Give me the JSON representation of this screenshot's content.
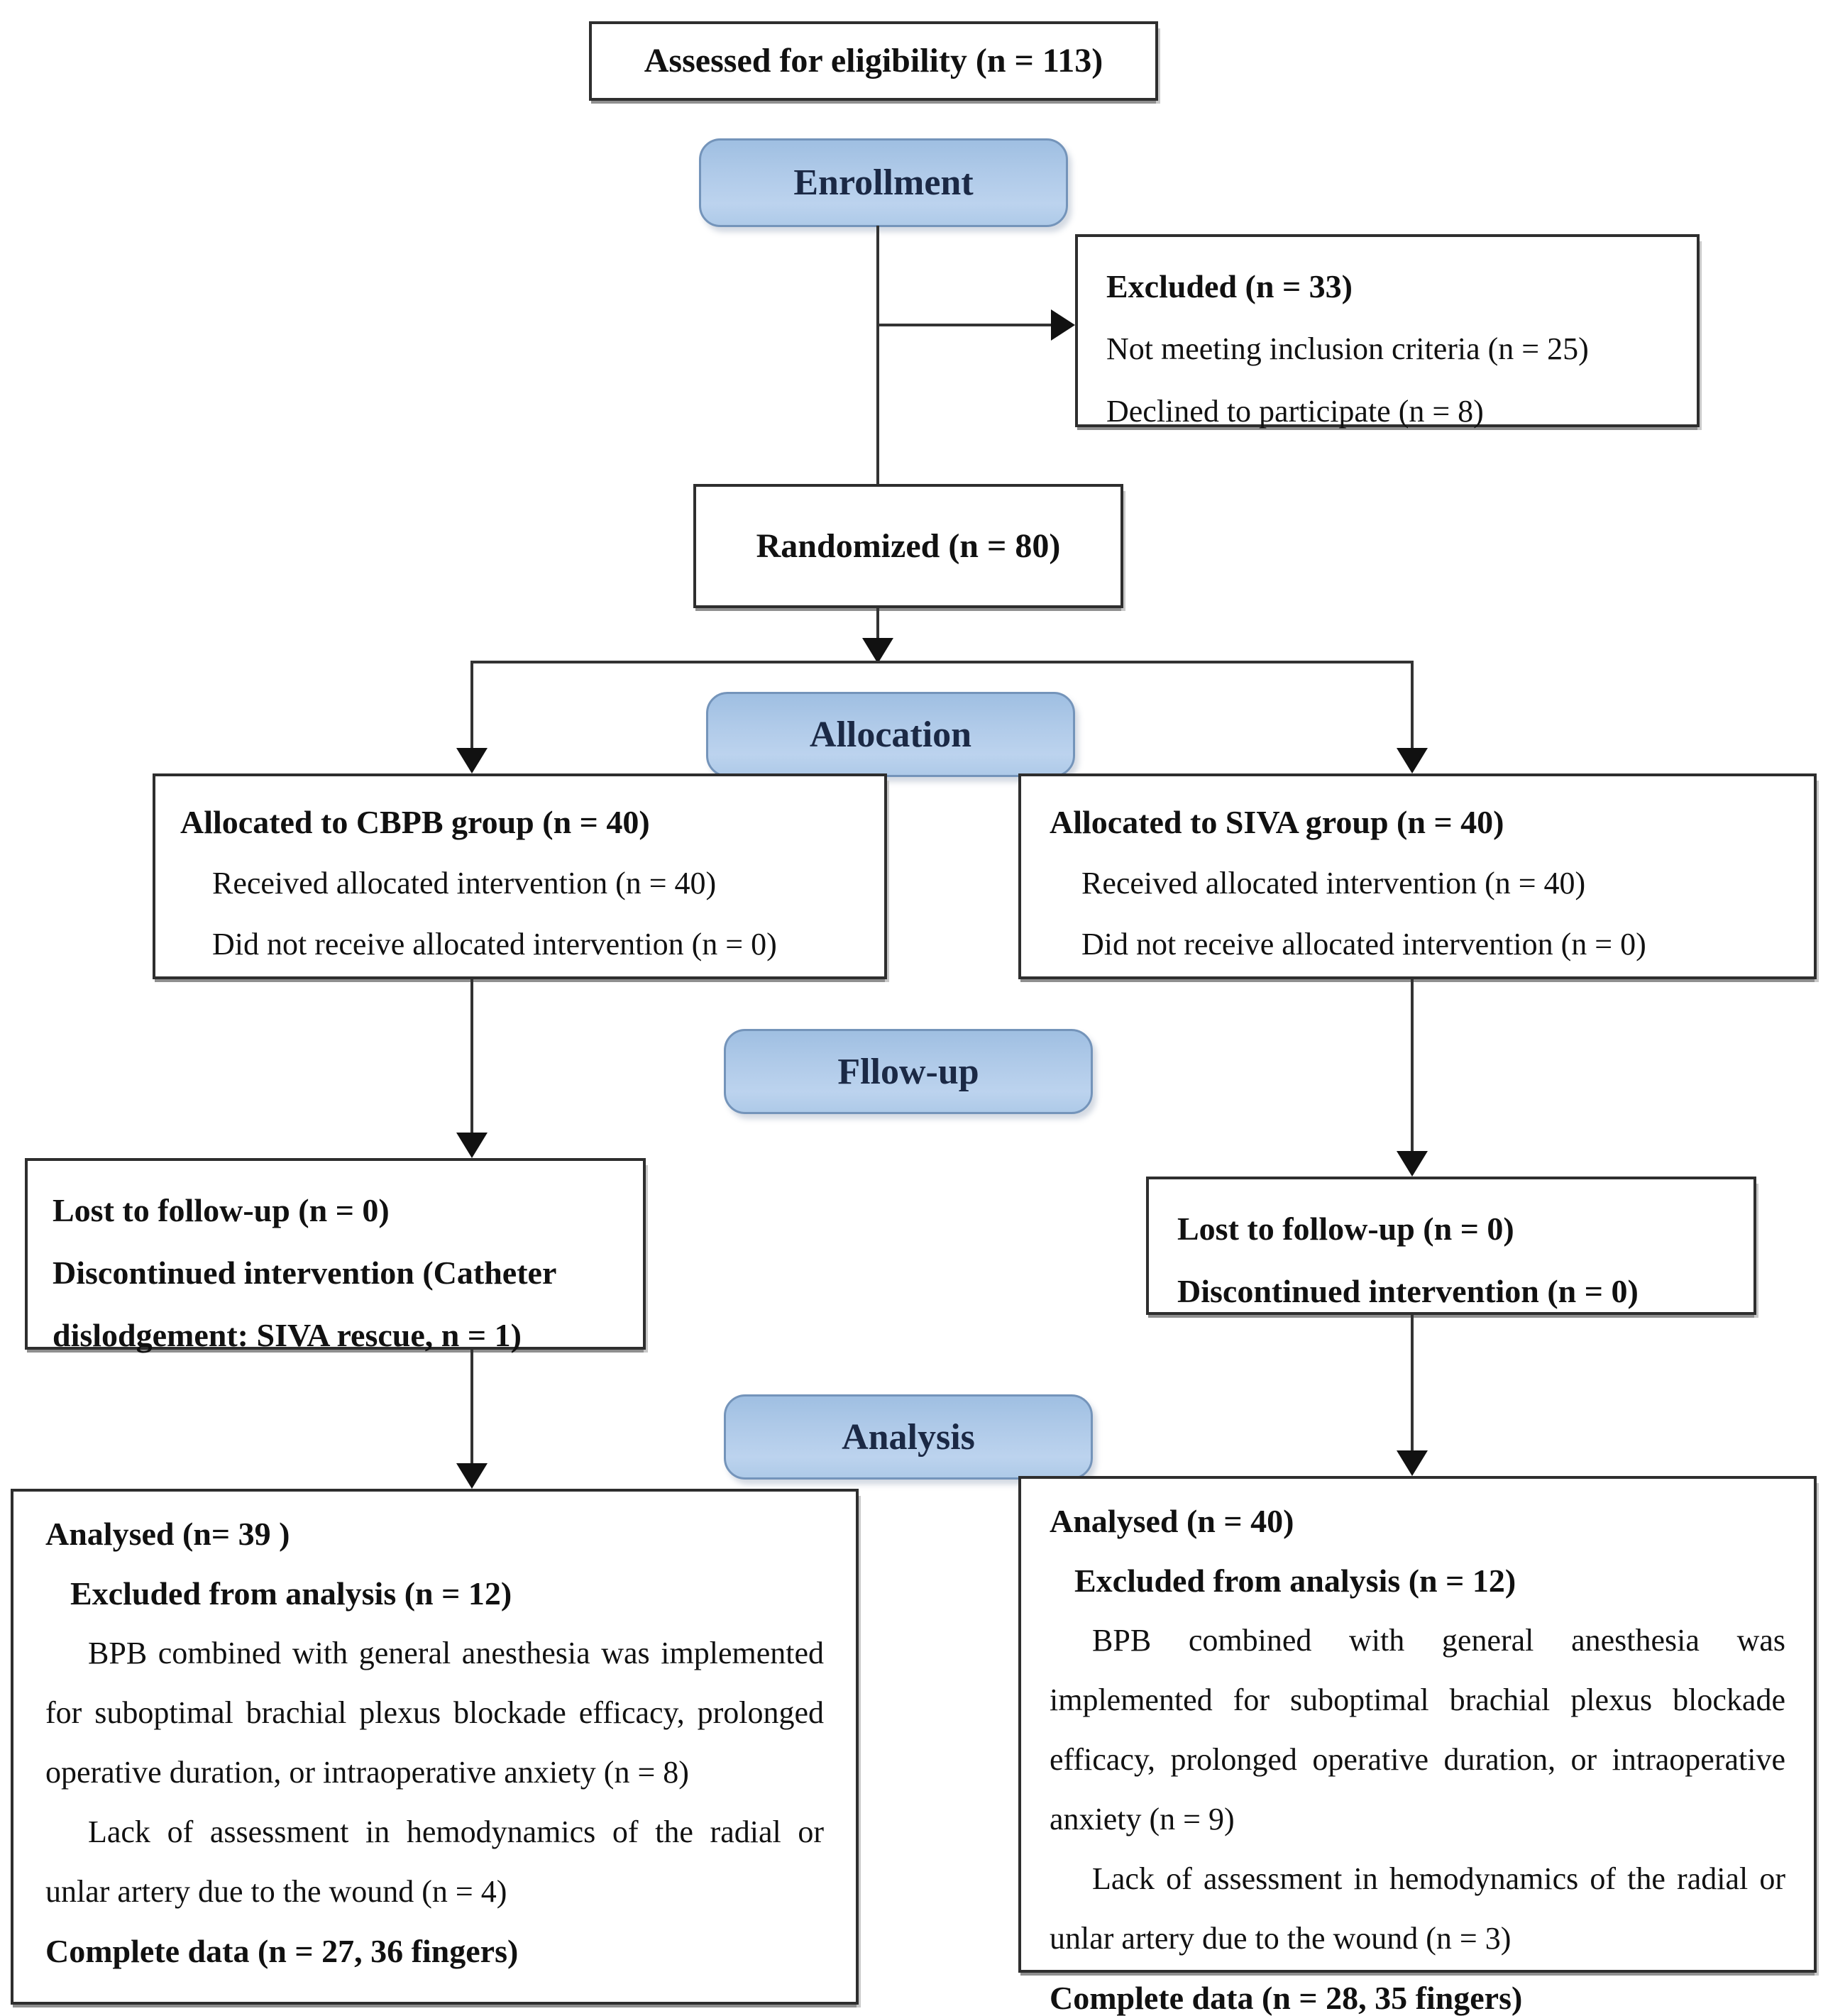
{
  "diagram_title": "CONSORT participant flow diagram",
  "colors": {
    "stage_pill_fill_top": "#9fbfe2",
    "stage_pill_fill_bottom": "#aecae8",
    "stage_pill_border": "#7494ba",
    "stage_pill_text": "#1b2945",
    "box_border": "#2e2e2e",
    "connector_line": "#333333",
    "arrowhead": "#111111",
    "background": "#ffffff"
  },
  "nodes": {
    "assessed": {
      "title": "Assessed for eligibility (n = 113)"
    },
    "enrollment": {
      "label": "Enrollment"
    },
    "excluded": {
      "title": "Excluded (n = 33)",
      "items": [
        "Not meeting inclusion criteria (n = 25)",
        "Declined to participate (n = 8)"
      ]
    },
    "randomized": {
      "title": "Randomized (n = 80)"
    },
    "allocation": {
      "label": "Allocation"
    },
    "cbpb": {
      "title": "Allocated to CBPB group (n = 40)",
      "items": [
        "Received allocated intervention (n = 40)",
        "Did not receive allocated intervention (n = 0)"
      ]
    },
    "siva": {
      "title": "Allocated to SIVA group (n = 40)",
      "items": [
        "Received allocated intervention (n = 40)",
        "Did not receive allocated intervention (n = 0)"
      ]
    },
    "followup": {
      "label": "Fllow-up"
    },
    "followup_left": {
      "lines": [
        "Lost to follow-up (n = 0)",
        "Discontinued intervention (Catheter dislodgement: SIVA rescue, n = 1)"
      ]
    },
    "followup_right": {
      "lines": [
        "Lost to follow-up (n = 0)",
        "Discontinued intervention (n = 0)"
      ]
    },
    "analysis": {
      "label": "Analysis"
    },
    "analysis_left": {
      "analysed": "Analysed (n= 39 )",
      "excluded": "Excluded from analysis (n = 12)",
      "para1": "BPB combined with general anesthesia was implemented for suboptimal brachial plexus blockade efficacy, prolonged operative duration, or intraoperative anxiety (n = 8)",
      "para2": "Lack of assessment in hemodynamics of the radial or unlar artery due to the wound (n = 4)",
      "complete": "Complete data (n = 27, 36 fingers)"
    },
    "analysis_right": {
      "analysed": "Analysed (n = 40)",
      "excluded": "Excluded from analysis (n = 12)",
      "para1": "BPB combined with general anesthesia was implemented for suboptimal brachial plexus blockade efficacy, prolonged operative duration, or intraoperative anxiety (n = 9)",
      "para2": "Lack of assessment in hemodynamics of the radial or unlar artery due to the wound (n = 3)",
      "complete": "Complete data (n = 28, 35 fingers)"
    }
  }
}
